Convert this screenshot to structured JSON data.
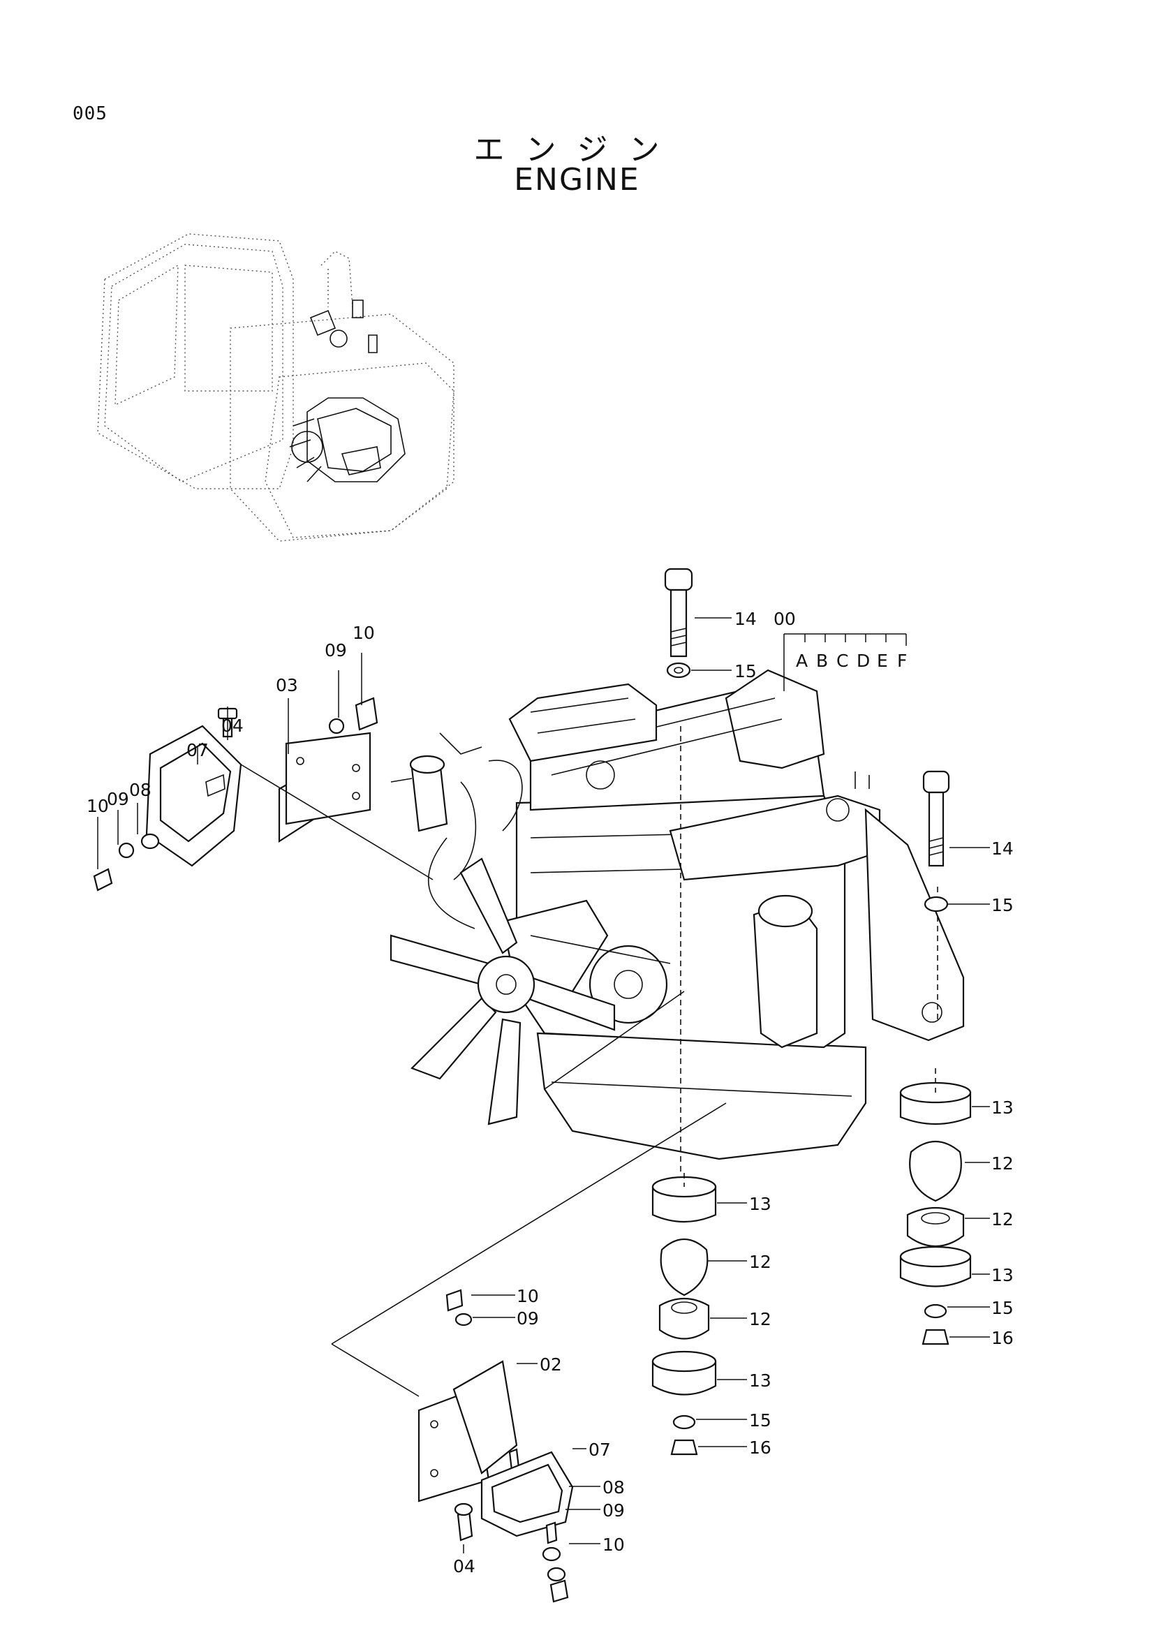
{
  "page": {
    "number": "005"
  },
  "title": {
    "japanese": "エンジン",
    "english": "ENGINE"
  },
  "variants": {
    "items": [
      "A",
      "B",
      "C",
      "D",
      "E",
      "F"
    ]
  },
  "callouts": {
    "c00": "00",
    "c02": "02",
    "c03": "03",
    "c04a": "04",
    "c04b": "04",
    "c07a": "07",
    "c07b": "07",
    "c08a": "08",
    "c08b": "08",
    "c09a": "09",
    "c09b": "09",
    "c09c": "09",
    "c09d": "09",
    "c10a": "10",
    "c10b": "10",
    "c10c": "10",
    "c10d": "10",
    "c12a": "12",
    "c12b": "12",
    "c12c": "12",
    "c12d": "12",
    "c13a": "13",
    "c13b": "13",
    "c13c": "13",
    "c13d": "13",
    "c14a": "14",
    "c14b": "14",
    "c15a": "15",
    "c15b": "15",
    "c15c": "15",
    "c15d": "15",
    "c16a": "16",
    "c16b": "16"
  }
}
